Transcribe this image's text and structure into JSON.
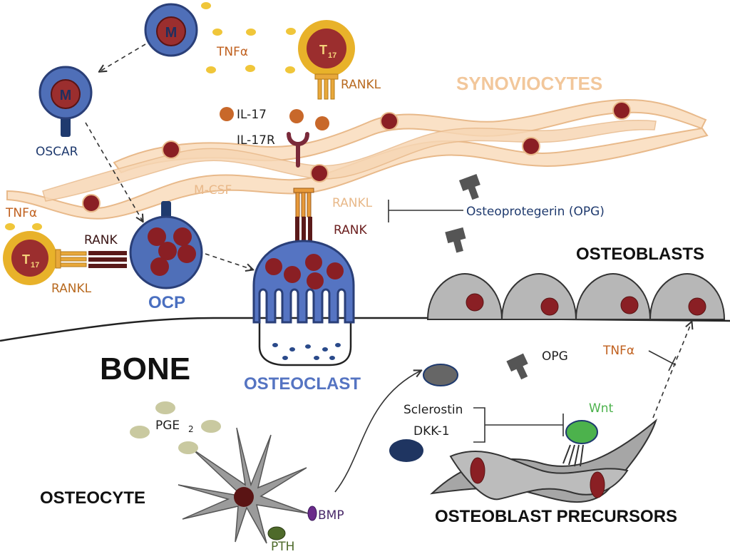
{
  "colors": {
    "synoviocyte_fill": "#fae1c6",
    "synoviocyte_stroke": "#e8b98a",
    "synoviocyte_label": "#f2c79b",
    "nucleus": "#8a1f24",
    "macrophage_fill": "#4f6fb8",
    "macrophage_nucleus": "#9b2e2e",
    "t17_ring": "#e8b22a",
    "cytokine_brown": "#c0601e",
    "il17_dot": "#c8682a",
    "tnf_dot": "#f0c63a",
    "rankl_text": "#b86a20",
    "rank_text": "#6b1e1e",
    "navy_text": "#1f3a6e",
    "osteoclast_fill": "#5574c2",
    "ocp_label": "#4a6fc0",
    "osteoblast_fill": "#b7b7b7",
    "opg_gray": "#555555",
    "wnt_green": "#4cb24c",
    "pge2_dot": "#c9c9a0",
    "bmp_purple": "#6a2a8a",
    "pth_green": "#4e6a2a",
    "sclerostin_blob": "#666666",
    "dkk1_blob": "#1f3561"
  },
  "icons": [
    "macrophage-cell",
    "t17-cell",
    "il17-receptor",
    "rankl-rank-complex",
    "opg-dimer",
    "wnt-ligand"
  ],
  "labels": {
    "macrophage_letter": "M",
    "t17_letter": "T",
    "t17_subscript": "17",
    "tnf_alpha": "TNFα",
    "rankl": "RANKL",
    "rank": "RANK",
    "synoviocytes": "SYNOVIOCYTES",
    "il17": "IL-17",
    "il17r": "IL-17R",
    "oscar": "OSCAR",
    "mcsf": "M-CSF",
    "osteoprotegerin": "Osteoprotegerin (OPG)",
    "osteoblasts": "OSTEOBLASTS",
    "ocp": "OCP",
    "bone": "BONE",
    "osteoclast": "OSTEOCLAST",
    "opg": "OPG",
    "pge2_main": "PGE",
    "pge2_sub": "2",
    "sclerostin": "Sclerostin",
    "dkk1": "DKK-1",
    "wnt": "Wnt",
    "osteocyte": "OSTEOCYTE",
    "bmp": "BMP",
    "pth": "PTH",
    "osteoblast_precursors": "OSTEOBLAST PRECURSORS"
  }
}
